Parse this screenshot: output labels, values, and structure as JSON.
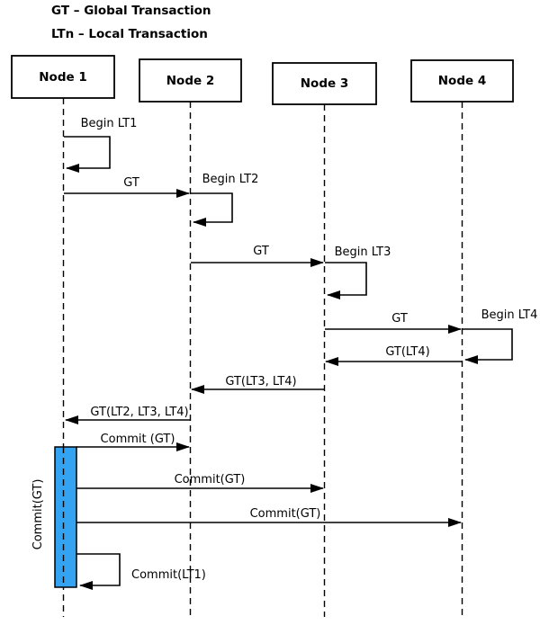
{
  "diagram_type": "sequence-diagram",
  "legend": {
    "line1": "GT – Global Transaction",
    "line2": "LTn – Local Transaction"
  },
  "nodes": [
    {
      "label": "Node 1"
    },
    {
      "label": "Node 2"
    },
    {
      "label": "Node 3"
    },
    {
      "label": "Node 4"
    }
  ],
  "messages": [
    {
      "label": "Begin LT1",
      "type": "self-call",
      "on": "Node 1"
    },
    {
      "label": "GT",
      "type": "message",
      "from": "Node 1",
      "to": "Node 2"
    },
    {
      "label": "Begin LT2",
      "type": "self-call",
      "on": "Node 2"
    },
    {
      "label": "GT",
      "type": "message",
      "from": "Node 2",
      "to": "Node 3"
    },
    {
      "label": "Begin LT3",
      "type": "self-call",
      "on": "Node 3"
    },
    {
      "label": "GT",
      "type": "message",
      "from": "Node 3",
      "to": "Node 4"
    },
    {
      "label": "Begin LT4",
      "type": "self-call",
      "on": "Node 4"
    },
    {
      "label": "GT(LT4)",
      "type": "message",
      "from": "Node 4",
      "to": "Node 3"
    },
    {
      "label": "GT(LT3, LT4)",
      "type": "message",
      "from": "Node 3",
      "to": "Node 2"
    },
    {
      "label": "GT(LT2, LT3, LT4)",
      "type": "message",
      "from": "Node 2",
      "to": "Node 1"
    },
    {
      "label": "Commit (GT)",
      "type": "message",
      "from": "Node 1",
      "to": "Node 2"
    },
    {
      "label": "Commit(GT)",
      "type": "message",
      "from": "Node 1",
      "to": "Node 3"
    },
    {
      "label": "Commit(GT)",
      "type": "message",
      "from": "Node 1",
      "to": "Node 4"
    },
    {
      "label": "Commit(LT1)",
      "type": "self-call",
      "on": "Node 1"
    }
  ],
  "activation": {
    "label": "Commit(GT)",
    "on": "Node 1",
    "color": "#34A3F2"
  },
  "colors": {
    "line": "#000000",
    "background": "#FFFFFF",
    "activation_fill": "#34A3F2"
  }
}
